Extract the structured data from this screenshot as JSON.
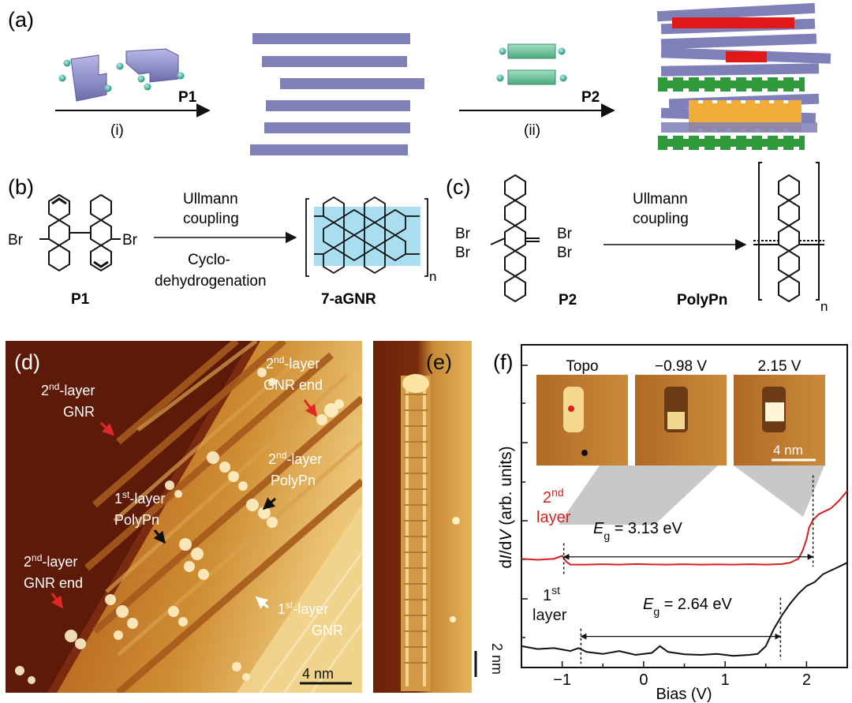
{
  "panels": {
    "a": {
      "label": "(a)",
      "reagent1": "P1",
      "step1": "(i)",
      "reagent2": "P2",
      "step2": "(ii)"
    },
    "b": {
      "label": "(b)",
      "br_left": "Br",
      "br_right": "Br",
      "precursor": "P1",
      "arrow_top_1": "Ullmann",
      "arrow_top_2": "coupling",
      "arrow_bottom_1": "Cyclo-",
      "arrow_bottom_2": "dehydrogenation",
      "product": "7-aGNR",
      "subscript": "n"
    },
    "c": {
      "label": "(c)",
      "br1": "Br",
      "br2": "Br",
      "br3": "Br",
      "br4": "Br",
      "precursor": "P2",
      "arrow_top_1": "Ullmann",
      "arrow_top_2": "coupling",
      "product": "PolyPn",
      "subscript": "n"
    },
    "d": {
      "label": "(d)",
      "ann_2nd_gnr": [
        "2",
        "nd",
        "-layer",
        "GNR"
      ],
      "ann_2nd_gnr_end_top": [
        "2",
        "nd",
        "-layer",
        "GNR end"
      ],
      "ann_2nd_polypn": [
        "2",
        "nd",
        "-layer",
        "PolyPn"
      ],
      "ann_1st_polypn": [
        "1",
        "st",
        "-layer",
        "PolyPn"
      ],
      "ann_2nd_gnr_end_bottom": [
        "2",
        "nd",
        "-layer",
        "GNR end"
      ],
      "ann_1st_gnr": [
        "1",
        "st",
        "-layer",
        "GNR"
      ],
      "scalebar": "4 nm"
    },
    "e": {
      "label": "(e)",
      "scalebar": "2 nm"
    },
    "f": {
      "label": "(f)",
      "inset_labels": [
        "Topo",
        "−0.98 V",
        "2.15 V"
      ],
      "inset_scalebar": "4 nm",
      "ylabel_pre": "d",
      "ylabel_i": "I",
      "ylabel_mid": "/d",
      "ylabel_v": "V",
      "ylabel_post": " (arb. units)",
      "xlabel": "Bias (V)",
      "xticks": [
        "−1",
        "0",
        "1",
        "2"
      ],
      "layer2": [
        "2",
        "nd",
        "layer"
      ],
      "layer1": [
        "1",
        "st",
        "layer"
      ],
      "eg2_e": "E",
      "eg2_g": "g",
      "eg2_val": " = 3.13 eV",
      "eg1_e": "E",
      "eg1_g": "g",
      "eg1_val": " = 2.64 eV"
    }
  },
  "chart_data": {
    "type": "line",
    "xlabel": "Bias (V)",
    "ylabel": "dI/dV (arb. units)",
    "xlim": [
      -1.5,
      2.5
    ],
    "series": [
      {
        "name": "2nd layer",
        "color": "#d62020",
        "x": [
          -1.5,
          -1.3,
          -1.1,
          -1.0,
          -0.95,
          -0.9,
          -0.7,
          -0.5,
          -0.3,
          -0.1,
          0.1,
          0.3,
          0.5,
          0.7,
          0.9,
          1.1,
          1.3,
          1.5,
          1.7,
          1.8,
          1.9,
          1.95,
          2.0,
          2.03,
          2.08,
          2.15,
          2.2,
          2.3,
          2.4,
          2.5
        ],
        "y": [
          0.56,
          0.555,
          0.56,
          0.575,
          0.545,
          0.53,
          0.53,
          0.532,
          0.53,
          0.533,
          0.531,
          0.53,
          0.532,
          0.53,
          0.531,
          0.53,
          0.532,
          0.53,
          0.533,
          0.54,
          0.56,
          0.6,
          0.66,
          0.72,
          0.76,
          0.79,
          0.8,
          0.82,
          0.86,
          0.91
        ]
      },
      {
        "name": "1st layer",
        "color": "#111111",
        "x": [
          -1.5,
          -1.3,
          -1.1,
          -0.9,
          -0.8,
          -0.7,
          -0.5,
          -0.3,
          -0.1,
          0.1,
          0.2,
          0.3,
          0.5,
          0.7,
          0.9,
          1.1,
          1.3,
          1.4,
          1.5,
          1.6,
          1.7,
          1.8,
          1.9,
          2.0,
          2.1,
          2.2,
          2.3,
          2.4,
          2.5
        ],
        "y": [
          0.11,
          0.095,
          0.1,
          0.085,
          0.1,
          0.08,
          0.07,
          0.085,
          0.065,
          0.075,
          0.11,
          0.08,
          0.068,
          0.065,
          0.07,
          0.06,
          0.065,
          0.07,
          0.11,
          0.2,
          0.27,
          0.33,
          0.38,
          0.42,
          0.44,
          0.48,
          0.5,
          0.52,
          0.54
        ]
      }
    ],
    "annotations": [
      {
        "text": "Eg = 3.13 eV",
        "x_from": -0.98,
        "x_to": 2.08
      },
      {
        "text": "Eg = 2.64 eV",
        "x_from": -0.77,
        "x_to": 1.68
      }
    ]
  },
  "colors": {
    "ribbon_blue": "#8080b8",
    "ribbon_red": "#e01a1a",
    "ribbon_green": "#2e9a3c",
    "ribbon_orange": "#f0ad3a",
    "gnr_fill": "#a9def0",
    "stm_dark": "#5e1a08",
    "stm_mid": "#b0641c",
    "stm_light": "#f2d690"
  }
}
